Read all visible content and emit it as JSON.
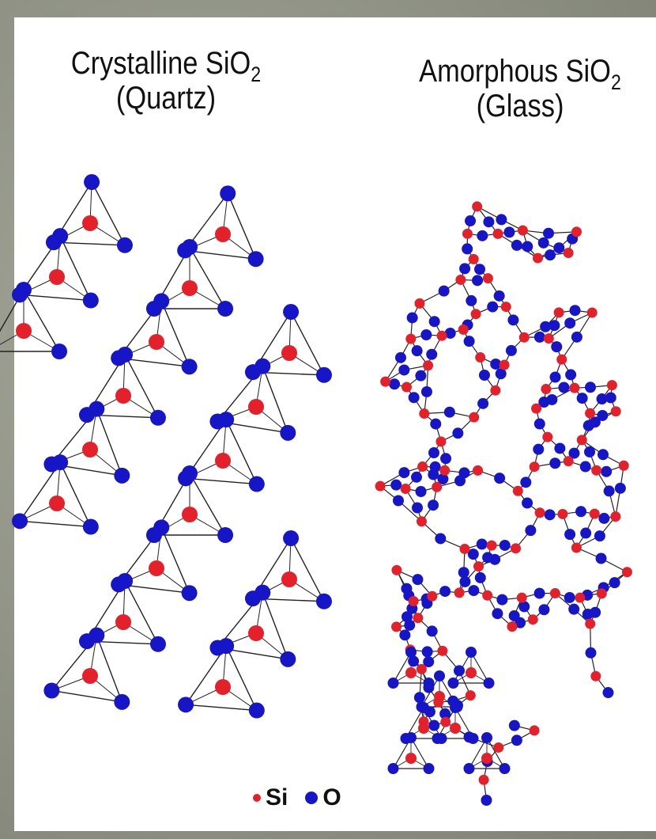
{
  "left_panel": {
    "title_main": "Crystalline SiO",
    "title_sub": "2",
    "title_line2": "(Quartz)"
  },
  "right_panel": {
    "title_main": "Amorphous SiO",
    "title_sub": "2",
    "title_line2": "(Glass)"
  },
  "legend": {
    "si_label": "Si",
    "o_label": "O"
  },
  "colors": {
    "silicon": "#e4202a",
    "oxygen": "#1616c8",
    "bond": "#222222",
    "background": "#8f9285"
  }
}
